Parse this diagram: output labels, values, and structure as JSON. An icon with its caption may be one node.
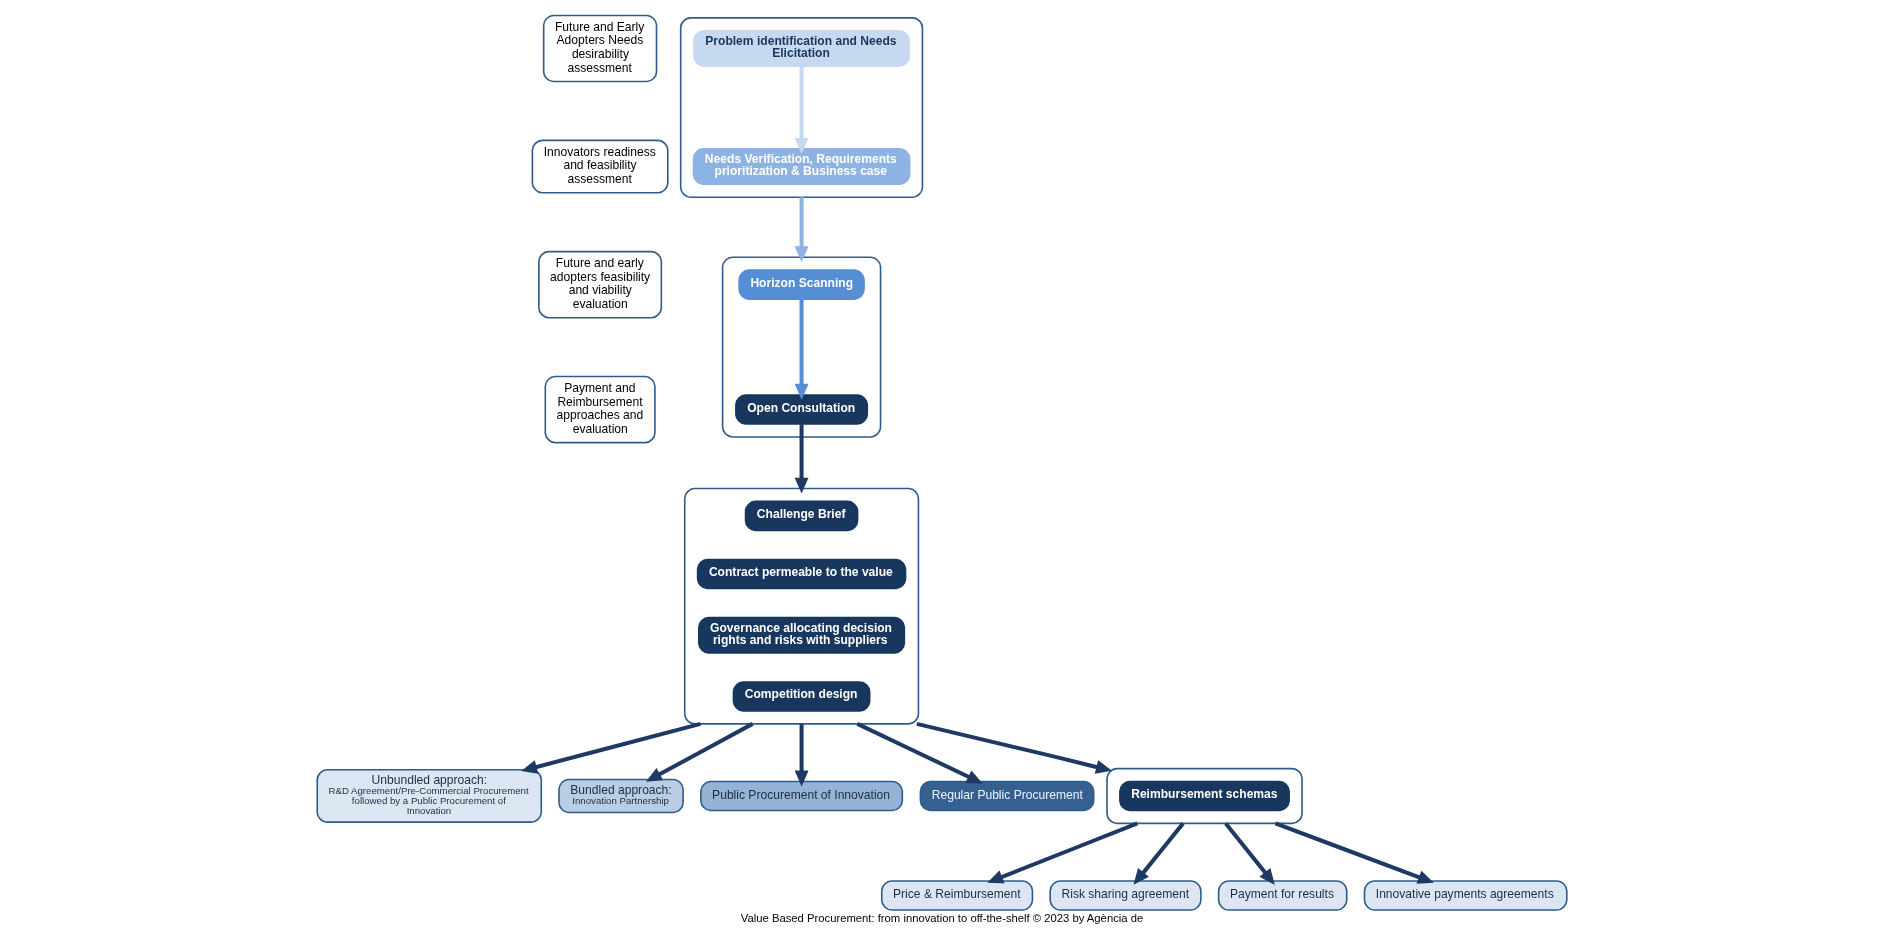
{
  "diagram": {
    "caption": "Value Based Procurement: from innovation to off-the-shelf © 2023 by Agència de",
    "nodes": [
      {
        "text": [
          "Future and Early Adopters Needs desirability assessment"
        ]
      },
      {
        "text": [],
        "shape": "box"
      },
      {
        "text": [
          "Problem identification and Needs Elicitation"
        ],
        "in": 1
      },
      {
        "text": [
          "Needs Verification, Requirements prioritization & Business case"
        ],
        "in": 1
      },
      {
        "text": [
          "Innovators readiness and feasibility assessment"
        ]
      },
      {
        "text": [],
        "shape": "box"
      },
      {
        "text": [
          "Horizon Scanning"
        ],
        "in": 5
      },
      {
        "text": [
          "Open Consultation"
        ],
        "in": 5
      },
      {
        "text": [
          "Future and early adopters feasibility and viability evaluation"
        ]
      },
      {
        "text": [],
        "shape": "box"
      },
      {
        "text": [
          "Challenge Brief"
        ],
        "in": 9
      },
      {
        "text": [
          "Contract permeable to the value"
        ],
        "in": 9
      },
      {
        "text": [
          "Governance allocating decision rights and risks with suppliers"
        ],
        "in": 9
      },
      {
        "text": [
          "Competition design"
        ],
        "in": 9
      },
      {
        "text": [
          "Unbundled approach:",
          "R&D Agreement/Pre-Commercial Procurement followed by a Public Procurement of Innovation"
        ]
      },
      {
        "text": [
          "Bundled approach:",
          "Innovation Partnership"
        ]
      },
      {
        "text": [
          "Public Procurement of Innovation"
        ]
      },
      {
        "text": [
          "Regular Public Procurement"
        ]
      },
      {
        "text": [
          "Payment and Reimbursement approaches and evaluation"
        ]
      },
      {
        "text": [],
        "shape": "box"
      },
      {
        "text": [
          "Reimbursement schemas"
        ],
        "in": 19
      },
      {
        "text": [
          "Price & Reimbursement"
        ]
      },
      {
        "text": [
          "Risk sharing agreement"
        ]
      },
      {
        "text": [
          "Payment for results"
        ]
      },
      {
        "text": [
          "Innovative payments agreements"
        ]
      }
    ],
    "edges": [
      {
        "from": 2,
        "to": 3,
        "arrow": "to",
        "color": "#c6d9f0"
      },
      {
        "from": 1,
        "to": 5,
        "arrow": "to",
        "color": "#8db3e2"
      },
      {
        "from": 6,
        "to": 7,
        "arrow": "to",
        "color": "#558ed5"
      },
      {
        "from": 7,
        "to": 9,
        "arrow": "to"
      },
      {
        "from": 9,
        "to": 14,
        "arrow": "to"
      },
      {
        "from": 9,
        "to": 15,
        "arrow": "to"
      },
      {
        "from": 9,
        "to": 16,
        "arrow": "to"
      },
      {
        "from": 9,
        "to": 17,
        "arrow": "to"
      },
      {
        "from": 9,
        "to": 19,
        "arrow": "to"
      },
      {
        "from": 19,
        "to": 21,
        "arrow": "to"
      },
      {
        "from": 19,
        "to": 22,
        "arrow": "to"
      },
      {
        "from": 19,
        "to": 23,
        "arrow": "to"
      },
      {
        "from": 19,
        "to": 24,
        "arrow": "to"
      }
    ]
  }
}
